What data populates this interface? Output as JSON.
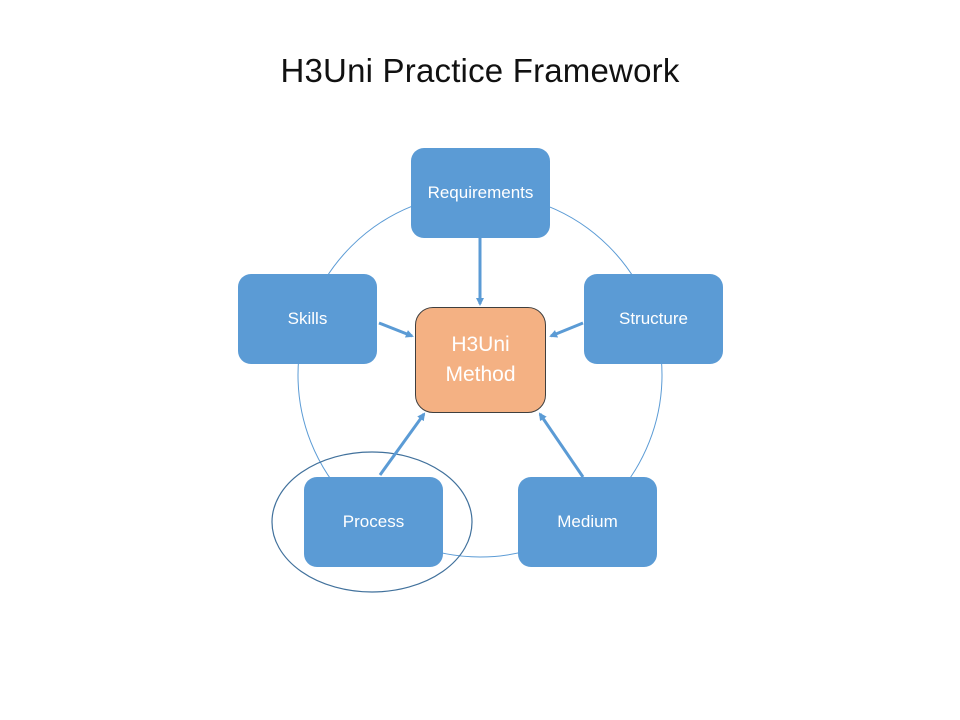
{
  "title": "H3Uni Practice Framework",
  "colors": {
    "outer_node": "#5b9bd5",
    "center_node": "#f4b183",
    "arrow": "#5b9bd5",
    "cycle_circle": "#5b9bd5",
    "highlight_ellipse": "#41719c"
  },
  "center": {
    "line1": "H3Uni",
    "line2": "Method"
  },
  "nodes": [
    {
      "id": "requirements",
      "label": "Requirements"
    },
    {
      "id": "structure",
      "label": "Structure"
    },
    {
      "id": "medium",
      "label": "Medium"
    },
    {
      "id": "process",
      "label": "Process",
      "highlighted": true
    },
    {
      "id": "skills",
      "label": "Skills"
    }
  ]
}
